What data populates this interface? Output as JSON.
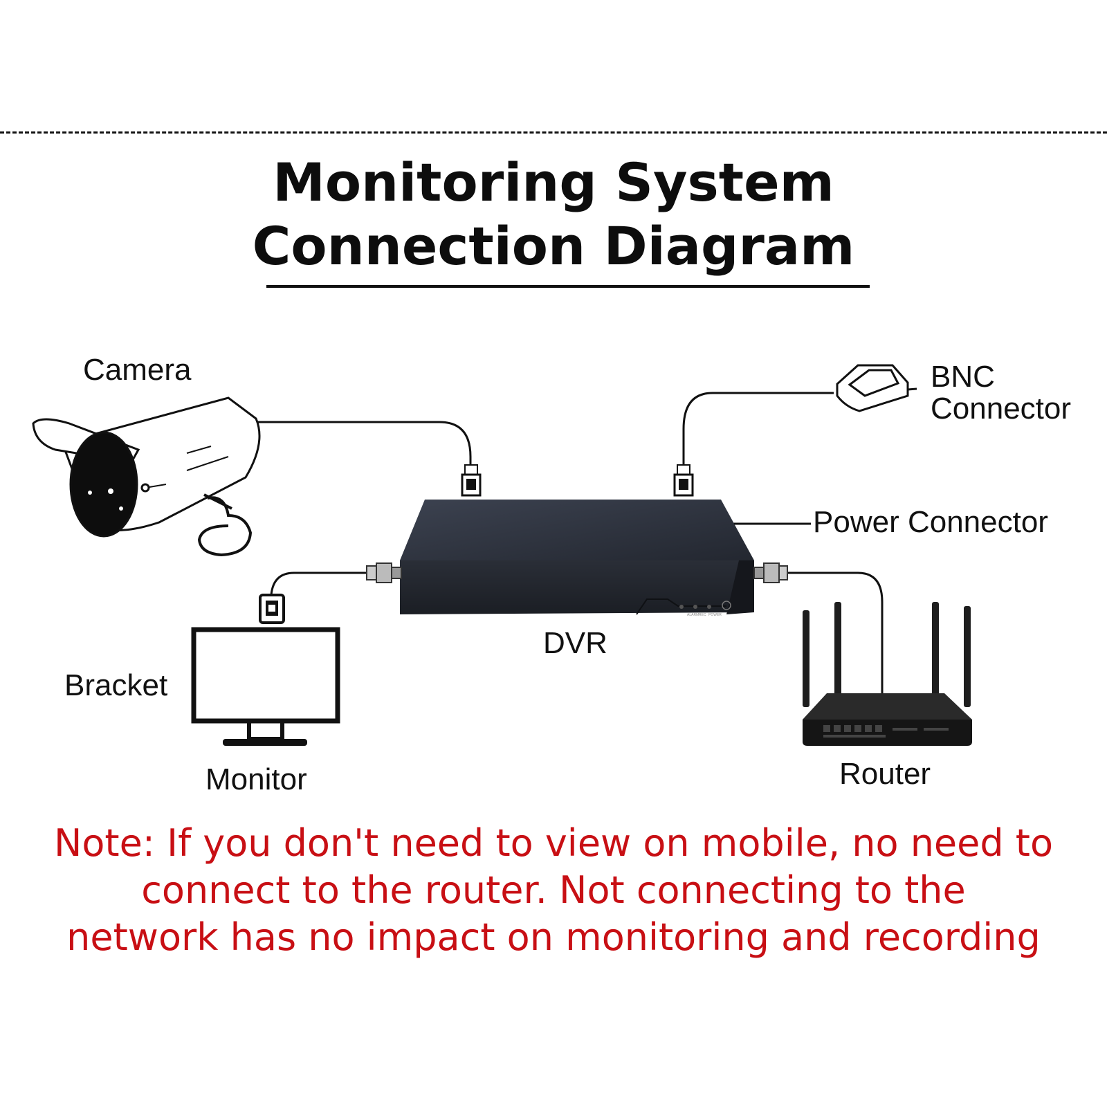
{
  "title": {
    "line1": "Monitoring System",
    "line2": "Connection Diagram"
  },
  "labels": {
    "camera": "Camera",
    "bnc_line1": "BNC",
    "bnc_line2": "Connector",
    "power_connector": "Power Connector",
    "dvr": "DVR",
    "bracket": "Bracket",
    "monitor": "Monitor",
    "router": "Router"
  },
  "dvr_indicators": {
    "alarm": "ALARM",
    "rec": "REC",
    "power": "POWER"
  },
  "note": {
    "line1": "Note: If you don't need to view on mobile, no need to",
    "line2": "connect to the router. Not connecting to the",
    "line3": "network has no impact on monitoring and recording"
  },
  "colors": {
    "note": "#c80f14",
    "dvr_body": "#2b2f3a",
    "router_body": "#1e1e1e"
  },
  "icons": [
    "camera-icon",
    "bnc-connector-icon",
    "dvr-icon",
    "monitor-icon",
    "bracket-icon",
    "router-icon"
  ]
}
